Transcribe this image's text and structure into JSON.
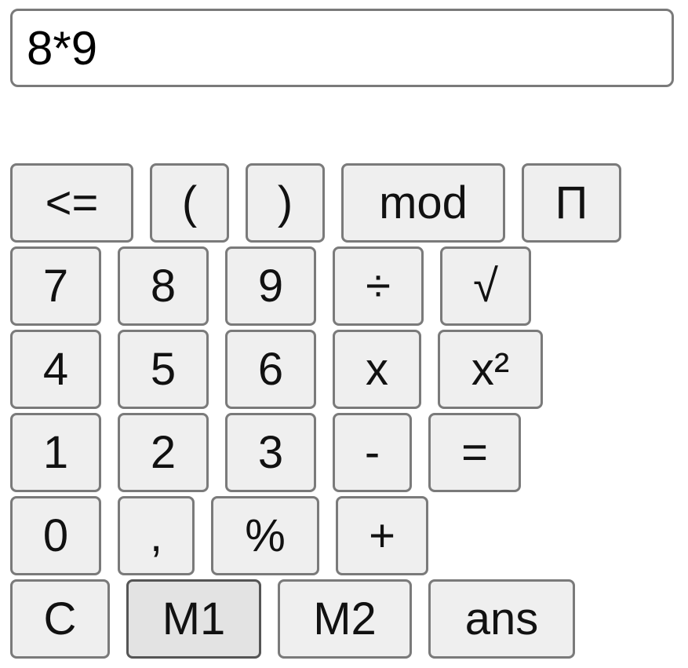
{
  "display": {
    "value": "8*9"
  },
  "keys": {
    "backspace": "<=",
    "lparen": "(",
    "rparen": ")",
    "mod": "mod",
    "pi": "Π",
    "seven": "7",
    "eight": "8",
    "nine": "9",
    "divide": "÷",
    "sqrt": "√",
    "four": "4",
    "five": "5",
    "six": "6",
    "multiply": "x",
    "square": "x²",
    "one": "1",
    "two": "2",
    "three": "3",
    "minus": "-",
    "equals": "=",
    "zero": "0",
    "comma": ",",
    "percent": "%",
    "plus": "+",
    "clear": "C",
    "m1": "M1",
    "m2": "M2",
    "ans": "ans"
  }
}
